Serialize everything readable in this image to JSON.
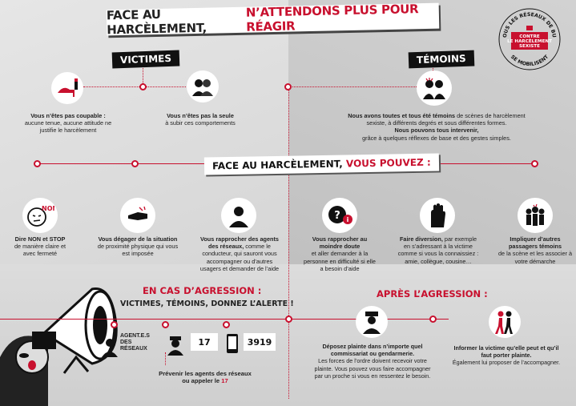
{
  "title": {
    "part1": "FACE AU HARCÈLEMENT,",
    "part2": "N’ATTENDONS PLUS POUR RÉAGIR"
  },
  "stamp": {
    "top": "TOUS LES RÉSEAUX DE BUS",
    "center1": "CONTRE",
    "center2": "LE HARCÈLEMENT",
    "center3": "SEXISTE",
    "bottom": "SE MOBILISENT"
  },
  "victimes": {
    "label": "VICTIMES",
    "items": [
      {
        "bold": "Vous n’êtes pas coupable :",
        "text": "aucune tenue, aucune attitude ne justifie le harcèlement",
        "icon": "heel-lipstick-icon"
      },
      {
        "bold": "Vous n’êtes pas la seule",
        "text": "à subir ces comportements",
        "icon": "two-women-icon"
      }
    ]
  },
  "temoins": {
    "label": "TÉMOINS",
    "bold1": "Nous avons toutes et tous été témoins",
    "text1": "de scènes de harcèlement sexiste, à différents degrés et sous différentes formes.",
    "bold2": "Nous pouvons tous intervenir,",
    "text2": "grâce à quelques réflexes de base et des gestes simples.",
    "icon": "couple-harassment-icon"
  },
  "pouvez": {
    "label_part1": "FACE AU HARCÈLEMENT,",
    "label_part2": "VOUS POUVEZ :",
    "items": [
      {
        "bold": "Dire NON et STOP",
        "text": "de manière claire et avec fermeté",
        "icon": "non-face-icon",
        "badge": "NON"
      },
      {
        "bold": "Vous dégager de la situation",
        "text": "de proximité physique qui vous est imposée",
        "icon": "hand-push-icon"
      },
      {
        "bold": "Vous rapprocher des agents des réseaux,",
        "text": "comme le conducteur, qui sauront vous accompagner ou d’autres usagers et demander de l’aide",
        "icon": "agent-person-icon"
      },
      {
        "bold": "Vous rapprocher au moindre doute",
        "text": "et aller demander à la personne en difficulté si elle a besoin d’aide",
        "icon": "question-bubble-icon"
      },
      {
        "bold": "Faire diversion,",
        "text": "par exemple en s’adressant à la victime comme si vous la connaissiez : amie, collègue, cousine…",
        "icon": "stop-hand-icon"
      },
      {
        "bold": "Impliquer d’autres passagers témoins",
        "text": "de la scène et les associer à votre démarche",
        "icon": "group-people-icon"
      }
    ]
  },
  "agression": {
    "label": "EN CAS D’AGRESSION :",
    "subtitle": "VICTIMES, TÉMOINS, DONNEZ L’ALERTE !",
    "agents_label": "AGENT.E.S DES RÉSEAUX",
    "num17": "17",
    "num3919": "3919",
    "bottom_bold": "Prévenir les agents des réseaux ou appeler le",
    "bottom_num": "17"
  },
  "apres": {
    "label": "APRÈS L’AGRESSION :",
    "items": [
      {
        "bold": "Déposez plainte dans n’importe quel commissariat ou gendarmerie.",
        "text": "Les forces de l’ordre doivent recevoir votre plainte. Vous pouvez vous faire accompagner par un proche si vous en ressentez le besoin.",
        "icon": "police-officer-icon"
      },
      {
        "bold": "Informer la victime qu’elle peut et qu’il faut porter plainte.",
        "text": "Également lui proposer de l’accompagner.",
        "icon": "walking-pair-icon"
      }
    ]
  },
  "colors": {
    "accent": "#c8102e",
    "dark": "#111111"
  }
}
